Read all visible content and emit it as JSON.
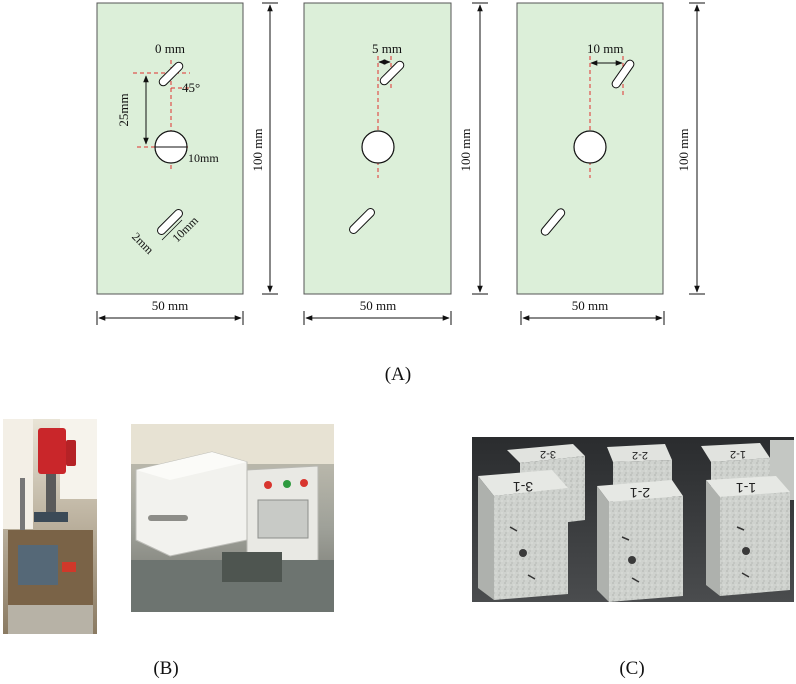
{
  "colors": {
    "specimen_fill": "#dcefd9",
    "specimen_stroke": "#555555",
    "centerline": "#e0322e",
    "dimension": "#111111",
    "stone": "#cdd0cc",
    "stone_shadow": "#a9aca8",
    "photo_bg_dark": "#3a3c3e"
  },
  "panel_a": {
    "caption": "(A)",
    "height_label": "100 mm",
    "width_label": "50 mm",
    "specimens": [
      {
        "offset_label": "0 mm",
        "angle_label": "45°",
        "distance_label": "25mm",
        "hole_label": "10mm",
        "flaw_width_label": "2mm",
        "flaw_length_label": "10mm"
      },
      {
        "offset_label": "5 mm"
      },
      {
        "offset_label": "10 mm"
      }
    ]
  },
  "panel_b": {
    "caption": "(B)",
    "machines": [
      "drill-press-icon",
      "cutting-machine-icon"
    ],
    "indicator_colors": [
      "#d8352e",
      "#2e9a3e",
      "#d8352e"
    ]
  },
  "panel_c": {
    "caption": "(C)",
    "block_labels": [
      "3-2",
      "2-2",
      "1-2",
      "3-1",
      "2-1",
      "1-1"
    ]
  }
}
